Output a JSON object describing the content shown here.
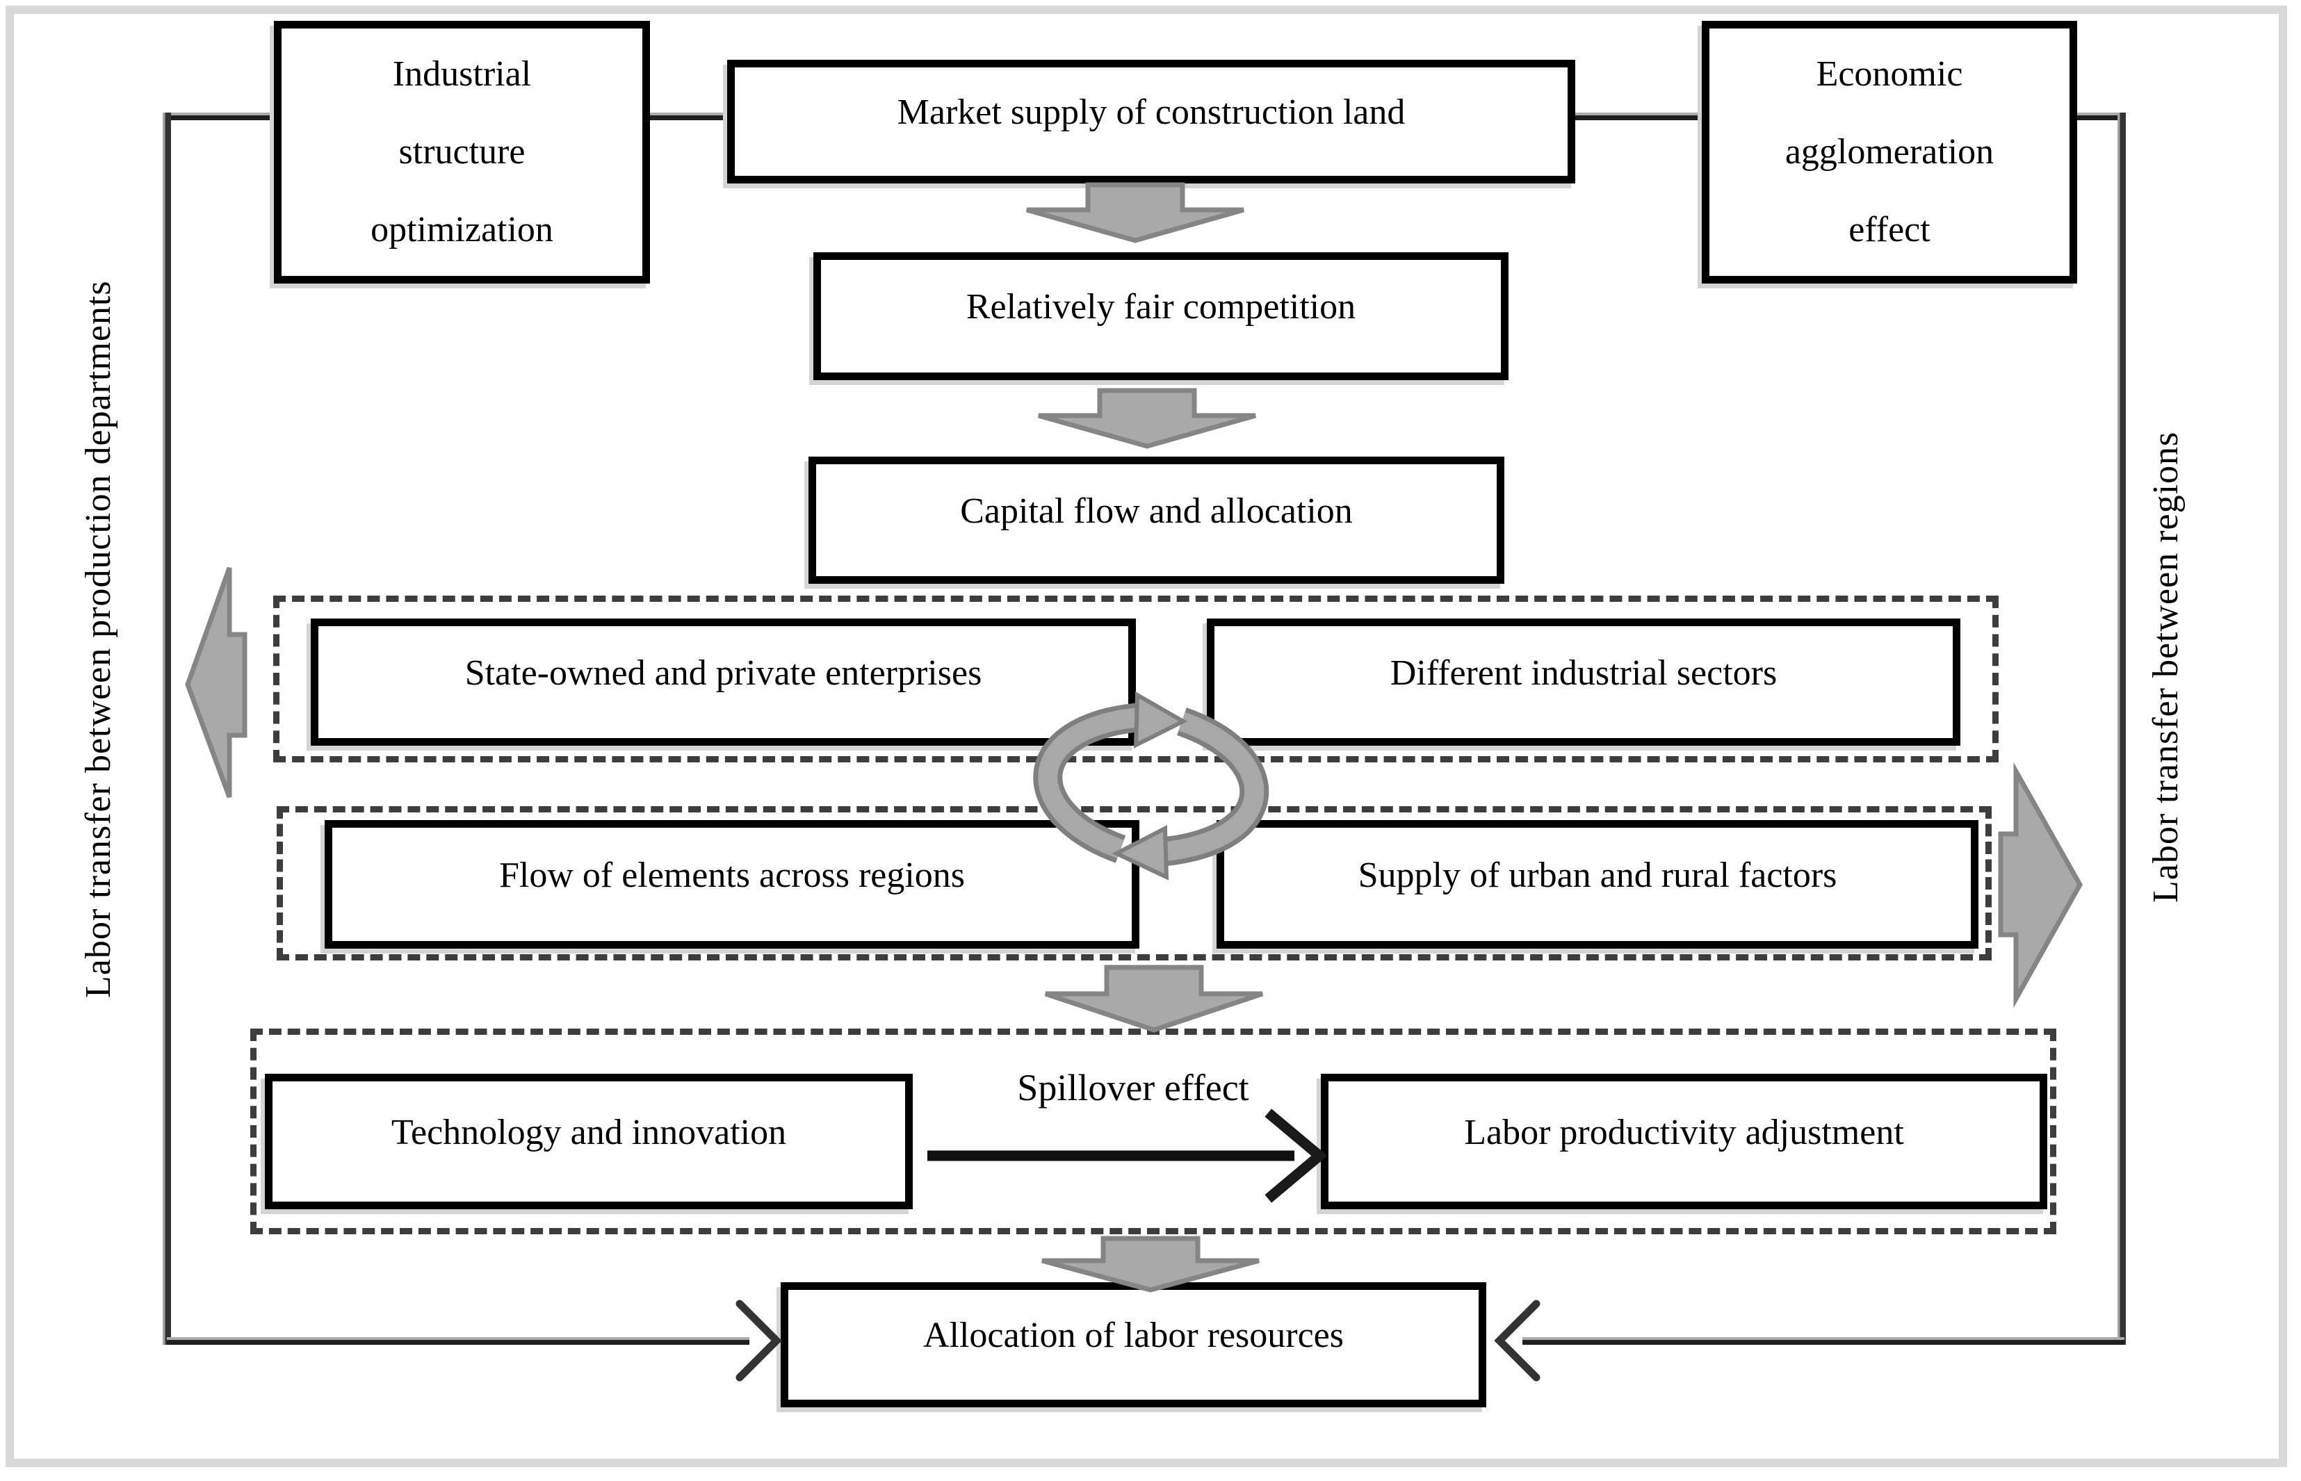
{
  "boxes": {
    "industrial": {
      "lines": [
        "Industrial",
        "structure",
        "optimization"
      ]
    },
    "market": {
      "label": "Market supply of construction land"
    },
    "economic": {
      "lines": [
        "Economic",
        "agglomeration",
        "effect"
      ]
    },
    "fair_competition": {
      "label": "Relatively fair competition"
    },
    "capital_flow": {
      "label": "Capital flow and allocation"
    },
    "state_owned": {
      "label": "State-owned and private enterprises"
    },
    "industrial_sectors": {
      "label": "Different industrial sectors"
    },
    "flow_elements": {
      "label": "Flow of elements across regions"
    },
    "urban_rural": {
      "label": "Supply of urban and rural factors"
    },
    "technology": {
      "label": "Technology and innovation"
    },
    "labor_productivity": {
      "label": "Labor productivity adjustment"
    },
    "allocation": {
      "label": "Allocation of labor resources"
    }
  },
  "labels": {
    "spillover": "Spillover effect",
    "left_side": "Labor transfer between production departments",
    "right_side": "Labor transfer between regions"
  },
  "colors": {
    "box_border": "#000000",
    "dashed_border": "#3d3d3d",
    "connector_dark": "#1f1f1f",
    "connector_light": "#ababab",
    "arrow_fill": "#a9a9a9",
    "arrow_outline": "#858585",
    "cycle_fill": "#a8a8a8",
    "cycle_outline": "#7f7f7f",
    "frame_border": "#d9d9d9",
    "text": "#000000"
  }
}
